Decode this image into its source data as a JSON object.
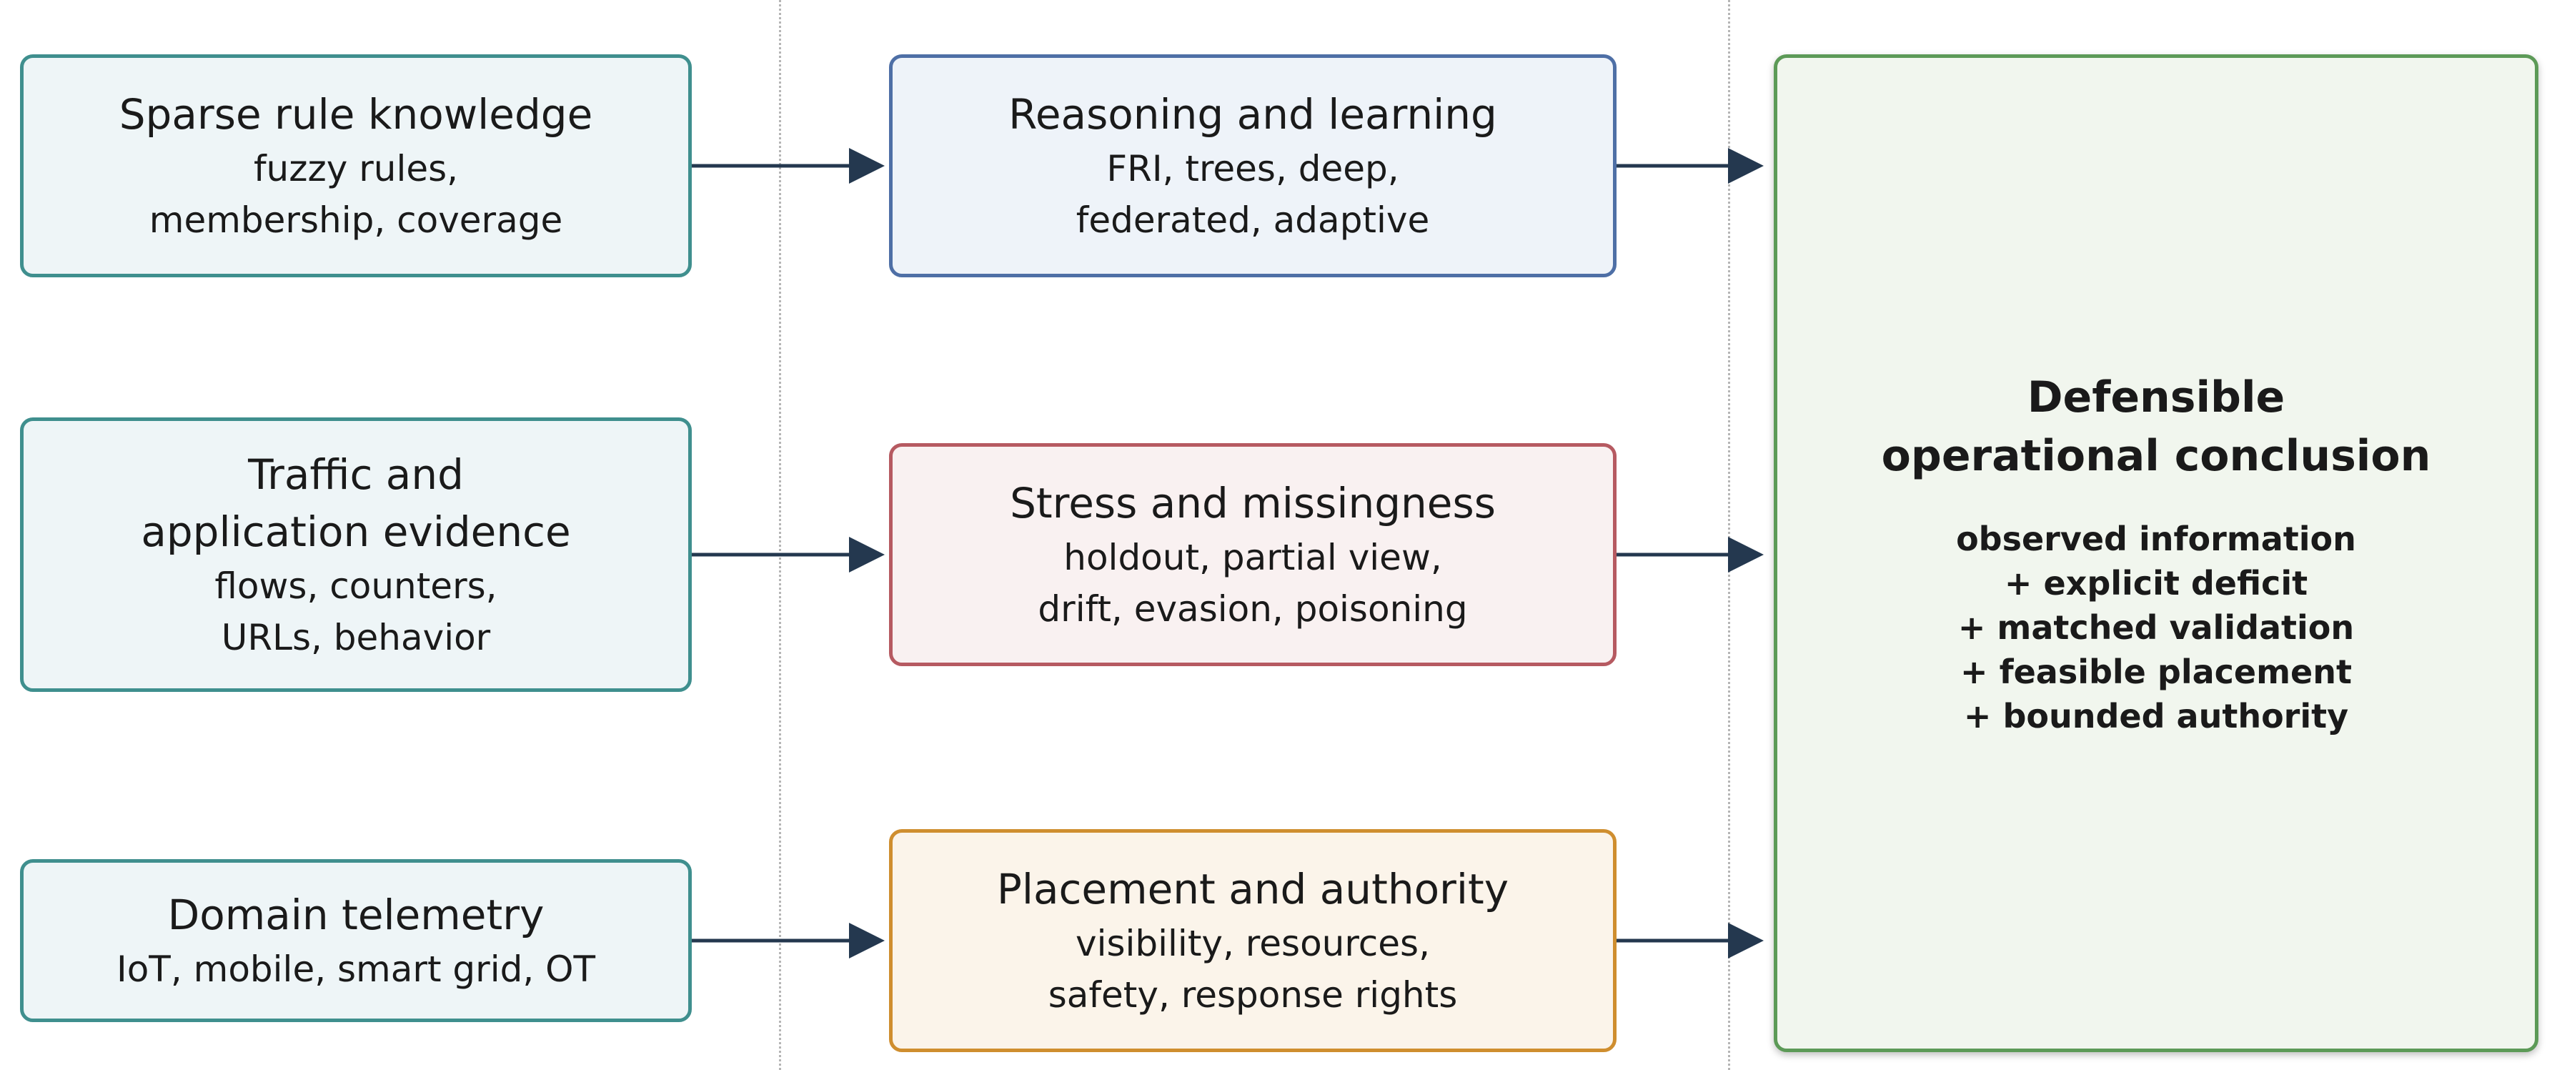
{
  "inputs": [
    {
      "title": "Sparse rule knowledge",
      "lines": [
        "fuzzy rules,",
        "membership, coverage"
      ]
    },
    {
      "title": "Traffic and",
      "title2": "application evidence",
      "lines": [
        "flows, counters,",
        "URLs, behavior"
      ]
    },
    {
      "title": "Domain telemetry",
      "lines": [
        "IoT, mobile, smart grid, OT"
      ]
    }
  ],
  "stages": [
    {
      "title": "Reasoning and learning",
      "lines": [
        "FRI, trees, deep,",
        "federated, adaptive"
      ],
      "color": "#4e6fa6"
    },
    {
      "title": "Stress and missingness",
      "lines": [
        "holdout, partial view,",
        "drift, evasion, poisoning"
      ],
      "color": "#b65a61"
    },
    {
      "title": "Placement and authority",
      "lines": [
        "visibility, resources,",
        "safety, response rights"
      ],
      "color": "#cf8e2f"
    }
  ],
  "conclusion": {
    "title1": "Defensible",
    "title2": "operational conclusion",
    "lines": [
      "observed information",
      "+ explicit deficit",
      "+ matched validation",
      "+ feasible placement",
      "+ bounded authority"
    ],
    "color": "#5c9a57"
  },
  "colors": {
    "input_border": "#3f8f8e",
    "arrow": "#24384f"
  }
}
